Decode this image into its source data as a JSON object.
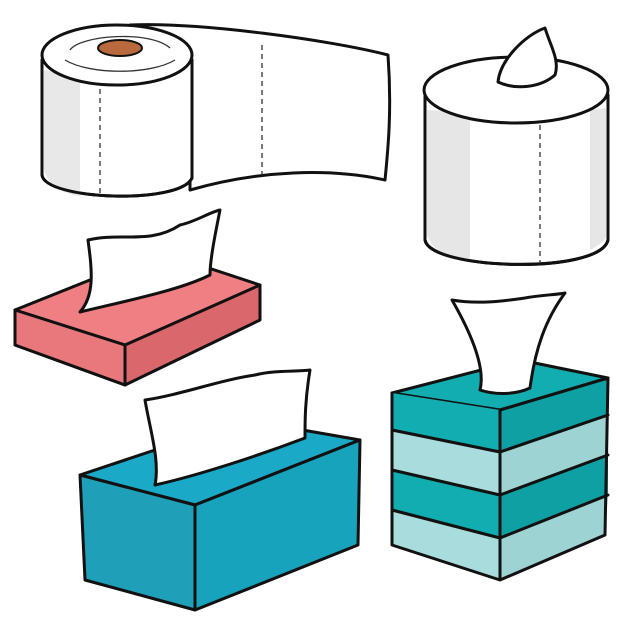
{
  "illustration": {
    "items": [
      {
        "name": "toilet-paper-roll-unrolled"
      },
      {
        "name": "paper-towel-roll-with-tissue"
      },
      {
        "name": "pink-tissue-box"
      },
      {
        "name": "blue-tissue-box"
      },
      {
        "name": "striped-cube-tissue-box"
      }
    ]
  },
  "colors": {
    "paper": "#ffffff",
    "paper_shade": "#e6e6e6",
    "core": "#b86a3c",
    "pink_top": "#f07f83",
    "pink_side": "#d9676b",
    "blue_top": "#1aa9c6",
    "blue_front": "#1f9fb8",
    "teal_dark": "#11adb0",
    "teal_light": "#a9dcdc",
    "outline": "#111111"
  }
}
